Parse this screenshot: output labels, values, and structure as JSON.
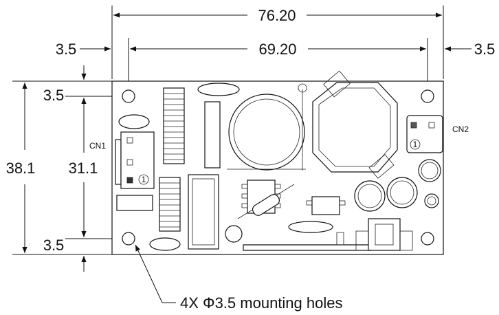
{
  "dimensions": {
    "overall_width": "76.20",
    "hole_pitch_width": "69.20",
    "left_margin": "3.5",
    "right_margin": "3.5",
    "overall_height": "38.1",
    "hole_pitch_height": "31.1",
    "top_margin": "3.5",
    "bottom_margin": "3.5"
  },
  "connectors": {
    "cn1": "CN1",
    "cn2": "CN2",
    "pin1_marker": "1"
  },
  "callout": {
    "mounting_holes": "4X Φ3.5 mounting holes"
  }
}
